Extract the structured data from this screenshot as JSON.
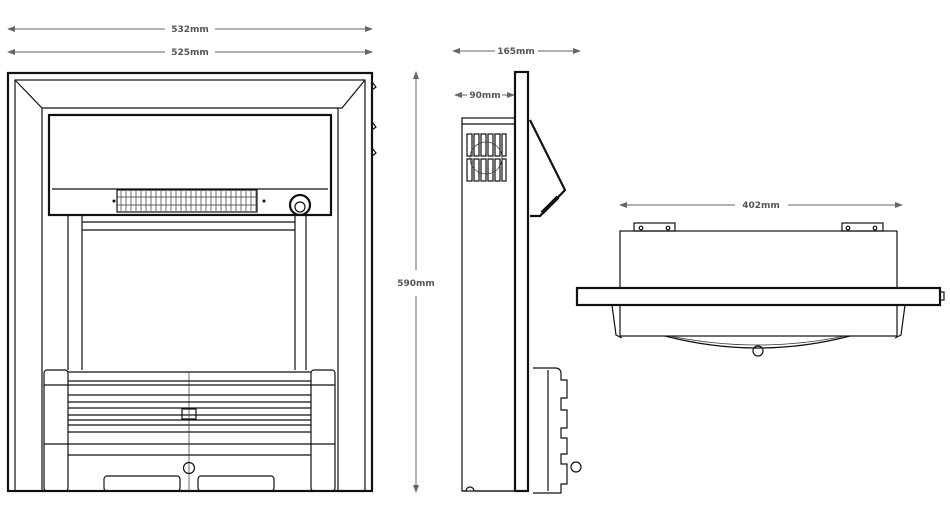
{
  "dimensions": {
    "front_outer_width": "532mm",
    "front_inner_width": "525mm",
    "height": "590mm",
    "side_depth_total": "165mm",
    "side_body_depth": "90mm",
    "top_body_width": "402mm"
  },
  "colors": {
    "line": "#111111",
    "dimension": "#555555"
  }
}
